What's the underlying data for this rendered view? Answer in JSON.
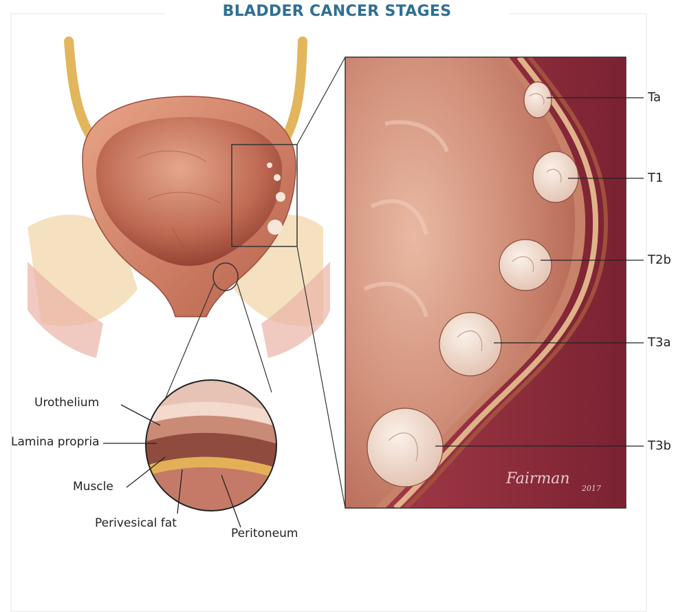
{
  "title": "BLADDER CANCER STAGES",
  "layer_labels": {
    "urothelium": "Urothelium",
    "lamina_propria": "Lamina propria",
    "muscle": "Muscle",
    "perivesical_fat": "Perivesical fat",
    "peritoneum": "Peritoneum"
  },
  "stage_labels": {
    "ta": "Ta",
    "t1": "T1",
    "t2b": "T2b",
    "t3a": "T3a",
    "t3b": "T3b"
  },
  "signature": {
    "name": "Fairman",
    "year": "2017"
  },
  "colors": {
    "title": "#2f6f93",
    "bladder_wall": "#d98a70",
    "bladder_inner": "#b45a45",
    "tumor": "#f1ddcf",
    "background_tissue": "#8f2d3d"
  }
}
